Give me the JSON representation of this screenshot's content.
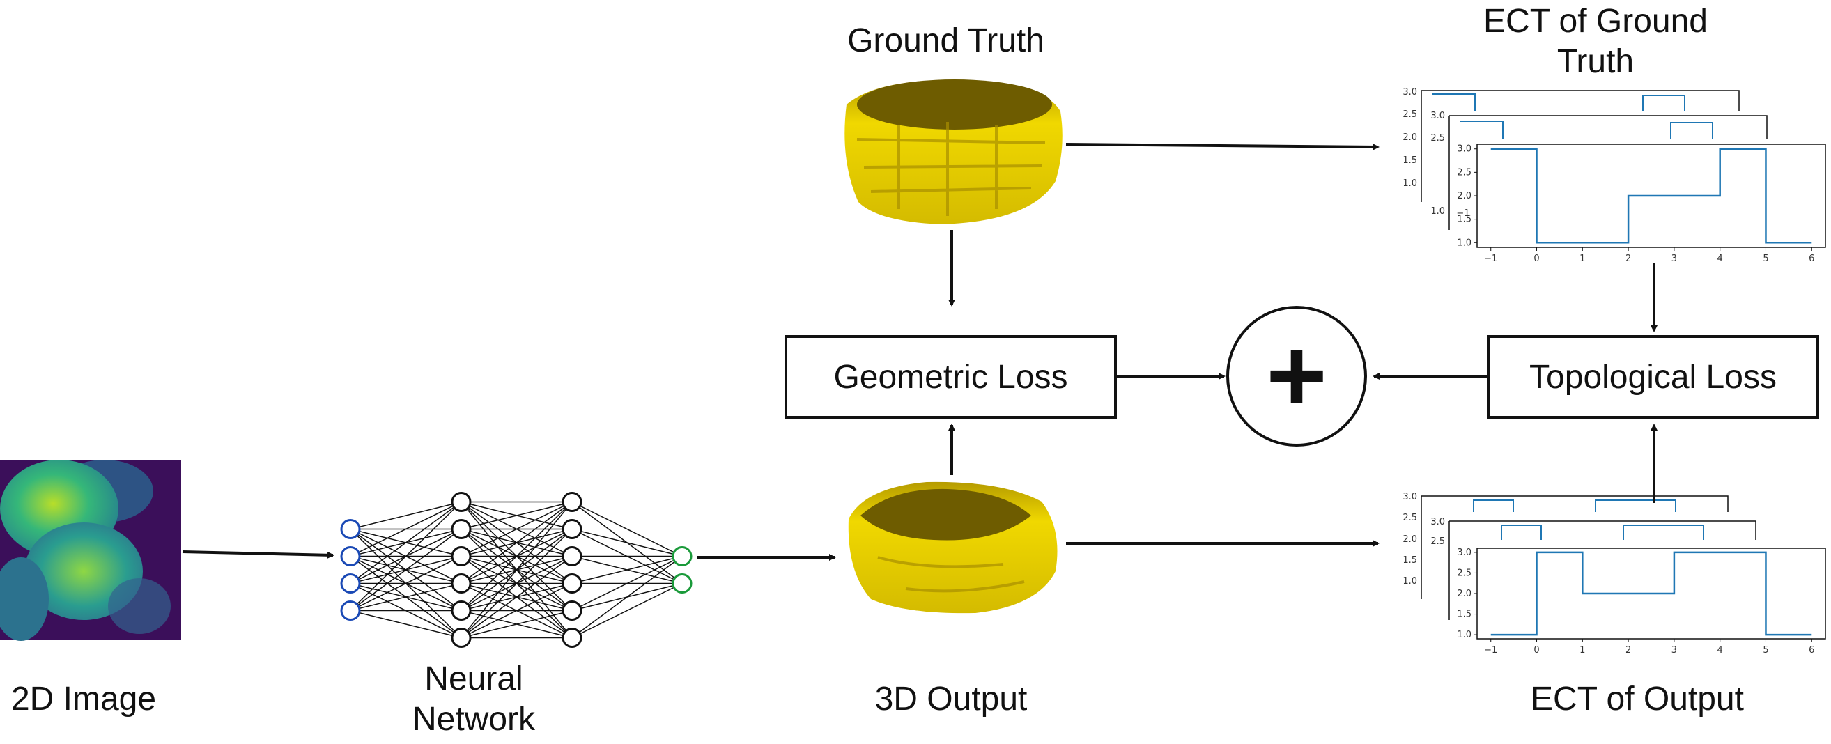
{
  "labels": {
    "input_image": "2D Image",
    "network_line1": "Neural",
    "network_line2": "Network",
    "output_3d": "3D Output",
    "ground_truth": "Ground Truth",
    "ect_gt_line1": "ECT of Ground",
    "ect_gt_line2": "Truth",
    "ect_output": "ECT of Output"
  },
  "boxes": {
    "geometric_loss": "Geometric Loss",
    "topological_loss": "Topological Loss"
  },
  "combine_symbol": "+",
  "colors": {
    "line": "#111111",
    "series": "#1f77b4",
    "mesh": "#e8d000",
    "mesh_shadow": "#a38c00",
    "input_neuron": "#1a49b5",
    "output_neuron": "#1a9a3a",
    "heat_bg": "#3b0f5a",
    "heat_mid": "#21918c",
    "heat_high": "#9bd93c"
  },
  "network": {
    "layer_sizes": [
      4,
      6,
      6,
      2
    ]
  },
  "ect_ground_truth": {
    "x_ticks": [
      "−1",
      "0",
      "1",
      "2",
      "3",
      "4",
      "5",
      "6"
    ],
    "y_ticks": [
      "3.0",
      "2.5",
      "2.0",
      "1.5",
      "1.0"
    ],
    "x": [
      -1,
      0,
      0,
      2,
      2,
      4,
      4,
      5,
      5,
      6
    ],
    "y": [
      3,
      3,
      1,
      1,
      2,
      2,
      3,
      3,
      1,
      1
    ]
  },
  "ect_output": {
    "x_ticks": [
      "−1",
      "0",
      "1",
      "2",
      "3",
      "4",
      "5",
      "6"
    ],
    "y_ticks": [
      "3.0",
      "2.5",
      "2.0",
      "1.5",
      "1.0"
    ],
    "x": [
      -1,
      0,
      0,
      1,
      1,
      3,
      3,
      5,
      5,
      6
    ],
    "y": [
      1,
      1,
      3,
      3,
      2,
      2,
      3,
      3,
      1,
      1
    ]
  },
  "back_tick_labels": [
    "3.0",
    "2.5",
    "2.0",
    "1.5",
    "1.0",
    "−1"
  ]
}
